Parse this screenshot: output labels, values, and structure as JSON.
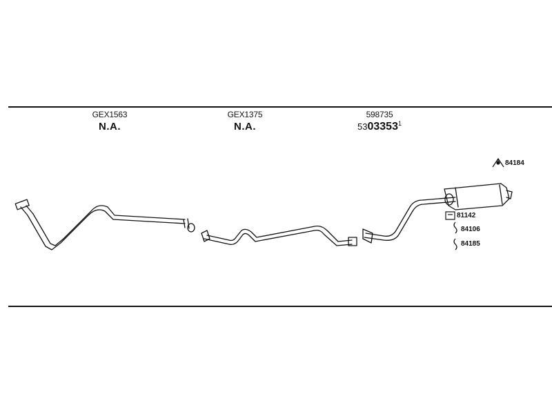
{
  "parts": [
    {
      "part_number": "GEX1563",
      "status": "N.A."
    },
    {
      "part_number": "GEX1375",
      "status": "N.A."
    },
    {
      "part_number": "598735",
      "oem_prefix": "53",
      "oem_main": "03353",
      "oem_suffix": "1"
    }
  ],
  "accessories": [
    {
      "code": "84184",
      "icon": "bracket-icon"
    },
    {
      "code": "81142",
      "icon": "clamp-icon"
    },
    {
      "code": "84106",
      "icon": "hanger-icon"
    },
    {
      "code": "84185",
      "icon": "hanger-icon"
    }
  ]
}
